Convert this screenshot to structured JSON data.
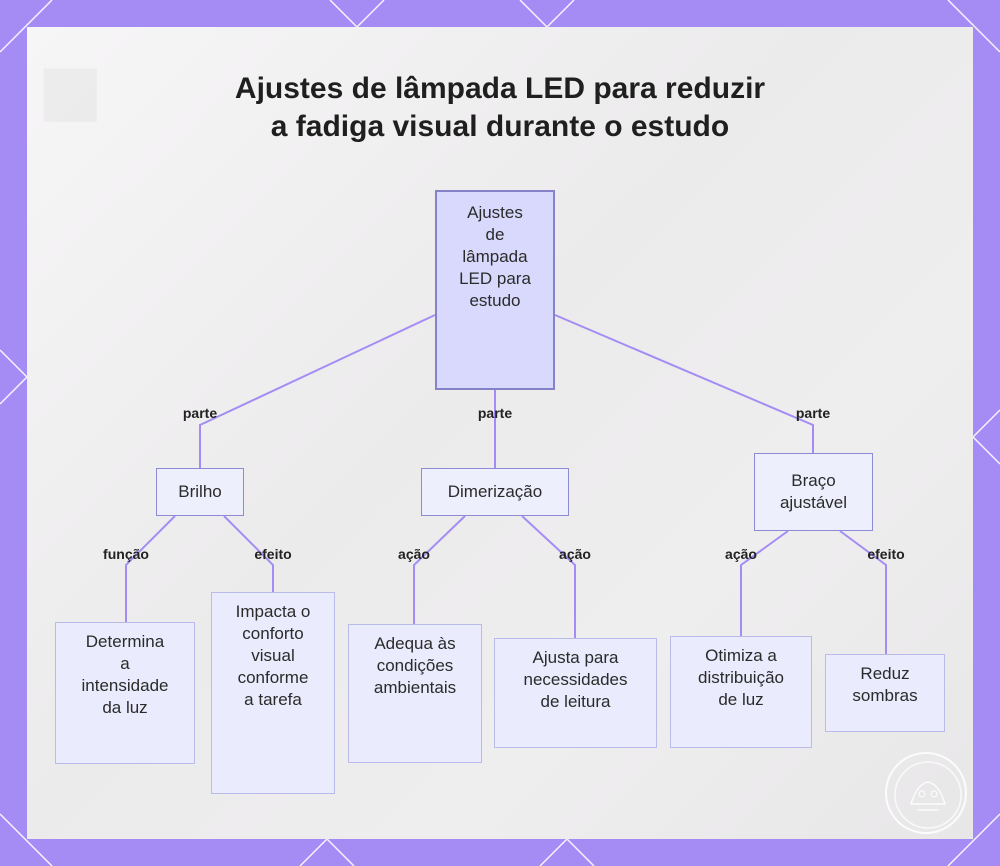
{
  "diagram": {
    "title_line1": "Ajustes de lâmpada LED para reduzir",
    "title_line2": "a fadiga visual durante o estudo",
    "root": {
      "lines": [
        "Ajustes",
        "de",
        "lâmpada",
        "LED para",
        "estudo"
      ]
    },
    "branches": [
      {
        "edge_label": "parte",
        "lines": [
          "Brilho"
        ],
        "children": [
          {
            "edge_label": "função",
            "lines": [
              "Determina",
              "a",
              "intensidade",
              "da luz"
            ]
          },
          {
            "edge_label": "efeito",
            "lines": [
              "Impacta o",
              "conforto",
              "visual",
              "conforme",
              "a tarefa"
            ]
          }
        ]
      },
      {
        "edge_label": "parte",
        "lines": [
          "Dimerização"
        ],
        "children": [
          {
            "edge_label": "ação",
            "lines": [
              "Adequa às",
              "condições",
              "ambientais"
            ]
          },
          {
            "edge_label": "ação",
            "lines": [
              "Ajusta para",
              "necessidades",
              "de leitura"
            ]
          }
        ]
      },
      {
        "edge_label": "parte",
        "lines": [
          "Braço",
          "ajustável"
        ],
        "children": [
          {
            "edge_label": "ação",
            "lines": [
              "Otimiza a",
              "distribuição",
              "de luz"
            ]
          },
          {
            "edge_label": "efeito",
            "lines": [
              "Reduz",
              "sombras"
            ]
          }
        ]
      }
    ]
  },
  "colors": {
    "frame": "#a58cf5",
    "root_fill": "#d9d9fd",
    "node_fill": "#eeeffd",
    "connector": "#a58cf5"
  },
  "icons": {
    "logo": "round-emblem-logo"
  }
}
